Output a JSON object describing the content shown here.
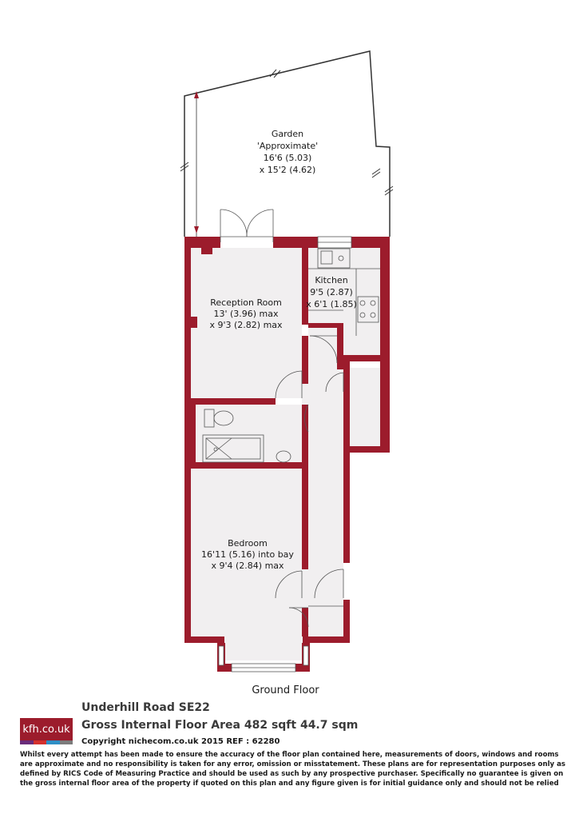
{
  "rooms": {
    "garden": {
      "name": "Garden",
      "note": "'Approximate'",
      "dim1": "16'6 (5.03)",
      "dim2": "x 15'2 (4.62)"
    },
    "kitchen": {
      "name": "Kitchen",
      "dim1": "9'5 (2.87)",
      "dim2": "x 6'1 (1.85)"
    },
    "reception": {
      "name": "Reception Room",
      "dim1": "13' (3.96) max",
      "dim2": "x 9'3 (2.82) max"
    },
    "bedroom": {
      "name": "Bedroom",
      "dim1": "16'11 (5.16) into bay",
      "dim2": "x 9'4 (2.84) max"
    }
  },
  "floor_label": "Ground Floor",
  "footer": {
    "logo_text": "kfh.co.uk",
    "address": "Underhill Road SE22",
    "area": "Gross Internal Floor Area 482 sqft 44.7 sqm",
    "copyright": "Copyright nichecom.co.uk 2015 REF : 62280",
    "disclaimer": "Whilst every attempt has been made to ensure the accuracy of the floor plan contained here, measurements of doors, windows and rooms are approximate and no responsibility is taken for any error, omission or misstatement.  These plans are for representation purposes only as defined by RICS Code of Measuring Practice and should be used as such by any prospective purchaser.  Specifically no guarantee is given on the gross internal floor area of the property if quoted on this plan and any figure given is for initial guidance only and should not be relied on as a basis of valuation."
  },
  "colors": {
    "wall": "#9c1c2c",
    "floor": "#f1eff0",
    "line": "#555555",
    "logo_stripes": [
      "#6a2c7a",
      "#d4312e",
      "#2f8fc6",
      "#7c7c7c"
    ]
  }
}
